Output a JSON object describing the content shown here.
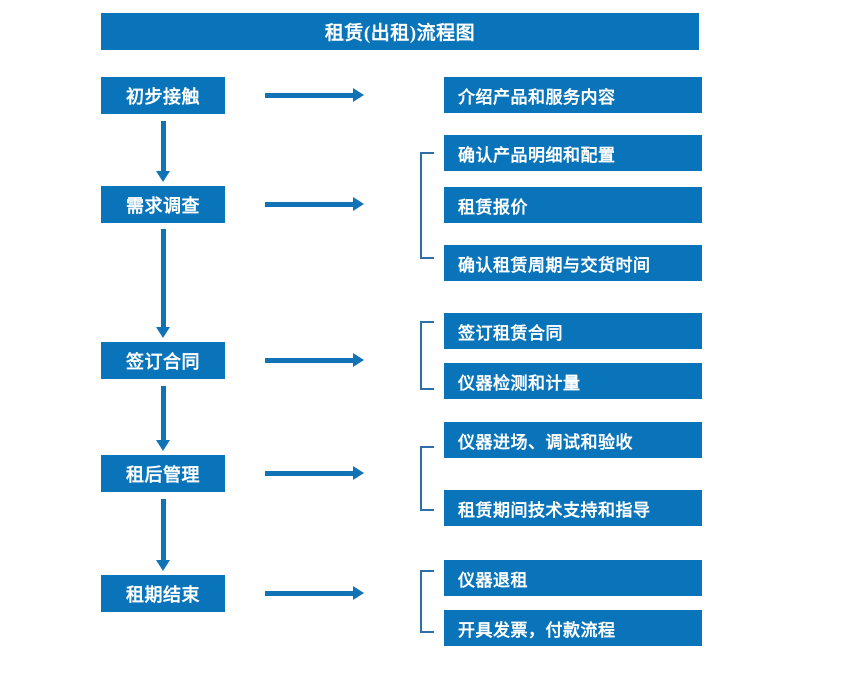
{
  "diagram": {
    "title": "租赁(出租)流程图",
    "accent_color": "#0a74ba",
    "arrow_color": "#1272b6",
    "bracket_color": "#2f6fa8",
    "text_color": "#ffffff",
    "background_color": "#ffffff"
  },
  "stages": [
    {
      "id": "stage-1",
      "label": "初步接触"
    },
    {
      "id": "stage-2",
      "label": "需求调查"
    },
    {
      "id": "stage-3",
      "label": "签订合同"
    },
    {
      "id": "stage-4",
      "label": "租后管理"
    },
    {
      "id": "stage-5",
      "label": "租期结束"
    }
  ],
  "details": {
    "group1": [
      {
        "label": "介绍产品和服务内容"
      }
    ],
    "group2": [
      {
        "label": "确认产品明细和配置"
      },
      {
        "label": "租赁报价"
      },
      {
        "label": "确认租赁周期与交货时间"
      }
    ],
    "group3": [
      {
        "label": "签订租赁合同"
      },
      {
        "label": "仪器检测和计量"
      }
    ],
    "group4": [
      {
        "label": "仪器进场、调试和验收"
      },
      {
        "label": "租赁期间技术支持和指导"
      }
    ],
    "group5": [
      {
        "label": "仪器退租"
      },
      {
        "label": "开具发票，付款流程"
      }
    ]
  },
  "connectors": {
    "horizontal_arrow_name": "stage-to-details-arrow",
    "vertical_arrow_name": "stage-flow-arrow",
    "bracket_name": "detail-group-bracket"
  }
}
